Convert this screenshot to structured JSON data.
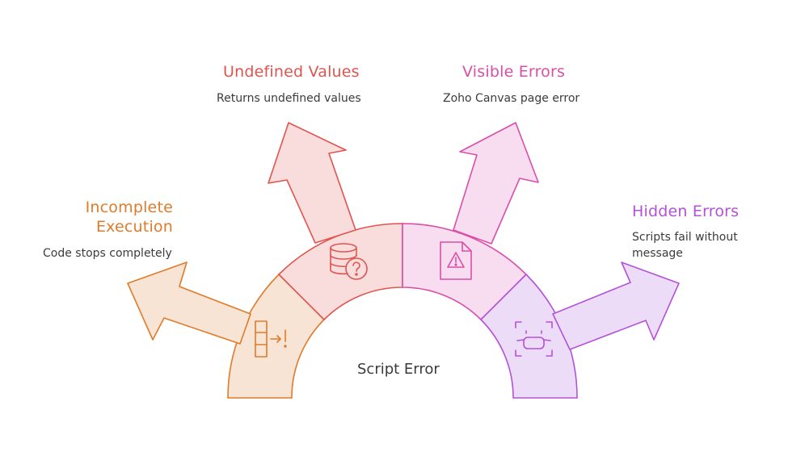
{
  "center": {
    "label": "Script Error"
  },
  "branches": [
    {
      "key": "incomplete",
      "title_lines": [
        "Incomplete",
        "Execution"
      ],
      "description": "Code stops completely",
      "color": "#e07b2a",
      "fill": "#f8e4d4",
      "icon": "sequence-stop-icon"
    },
    {
      "key": "undefined",
      "title": "Undefined Values",
      "description": "Returns undefined values",
      "color": "#e0544f",
      "fill": "#f9dcdc",
      "icon": "database-question-icon"
    },
    {
      "key": "visible",
      "title": "Visible Errors",
      "description": "Zoho Canvas page error",
      "color": "#d94fa8",
      "fill": "#f8dcef",
      "icon": "document-warning-icon"
    },
    {
      "key": "hidden",
      "title": "Hidden Errors",
      "description_lines": [
        "Scripts fail without",
        "message"
      ],
      "color": "#b352d9",
      "fill": "#ecdcf8",
      "icon": "masked-face-icon"
    }
  ]
}
